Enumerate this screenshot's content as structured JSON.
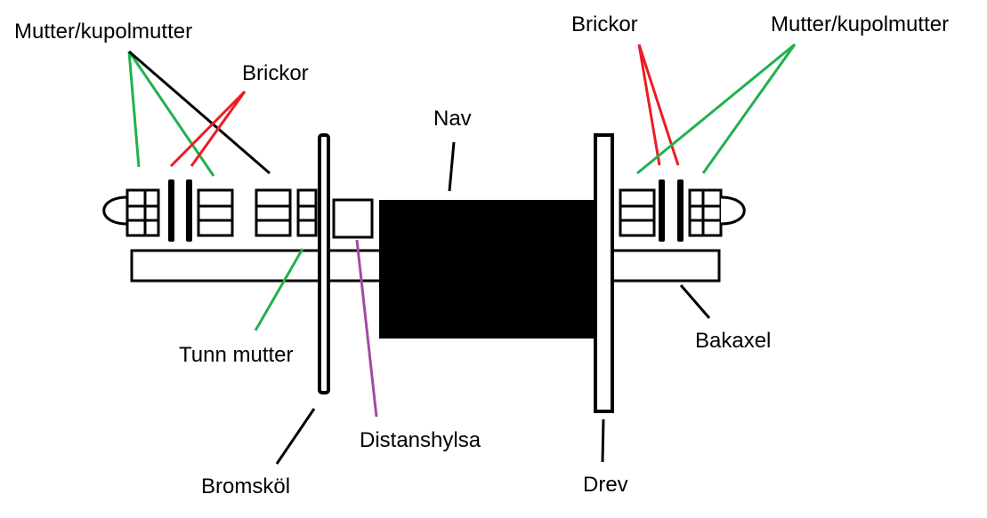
{
  "colors": {
    "outline": "#000000",
    "fill": "#ffffff",
    "hub": "#000000",
    "green_leader": "#22b14c",
    "red_leader": "#ed1c24",
    "purple_leader": "#a349a4",
    "black_leader": "#000000"
  },
  "labels": {
    "mutter_left": "Mutter/kupolmutter",
    "brickor_left": "Brickor",
    "nav": "Nav",
    "brickor_right": "Brickor",
    "mutter_right": "Mutter/kupolmutter",
    "tunn_mutter": "Tunn mutter",
    "bakaxel": "Bakaxel",
    "distanshylsa": "Distanshylsa",
    "bromskol": "Bromsköl",
    "drev": "Drev"
  }
}
